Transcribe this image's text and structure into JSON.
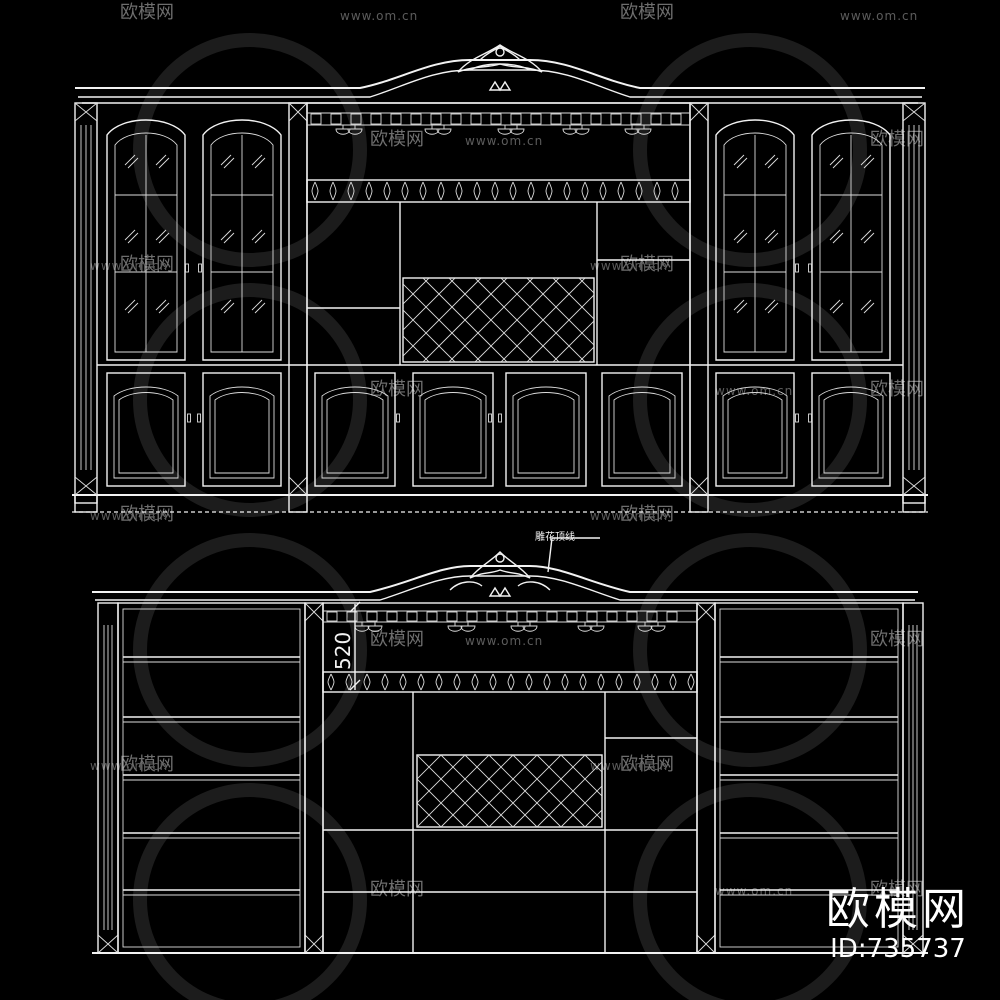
{
  "watermark": {
    "brand": "欧模网",
    "url": "www.om.cn"
  },
  "callout_label": "雕花顶线",
  "dimension_label": "520",
  "footer": {
    "site_name": "欧模网",
    "id_text": "ID:735737"
  }
}
